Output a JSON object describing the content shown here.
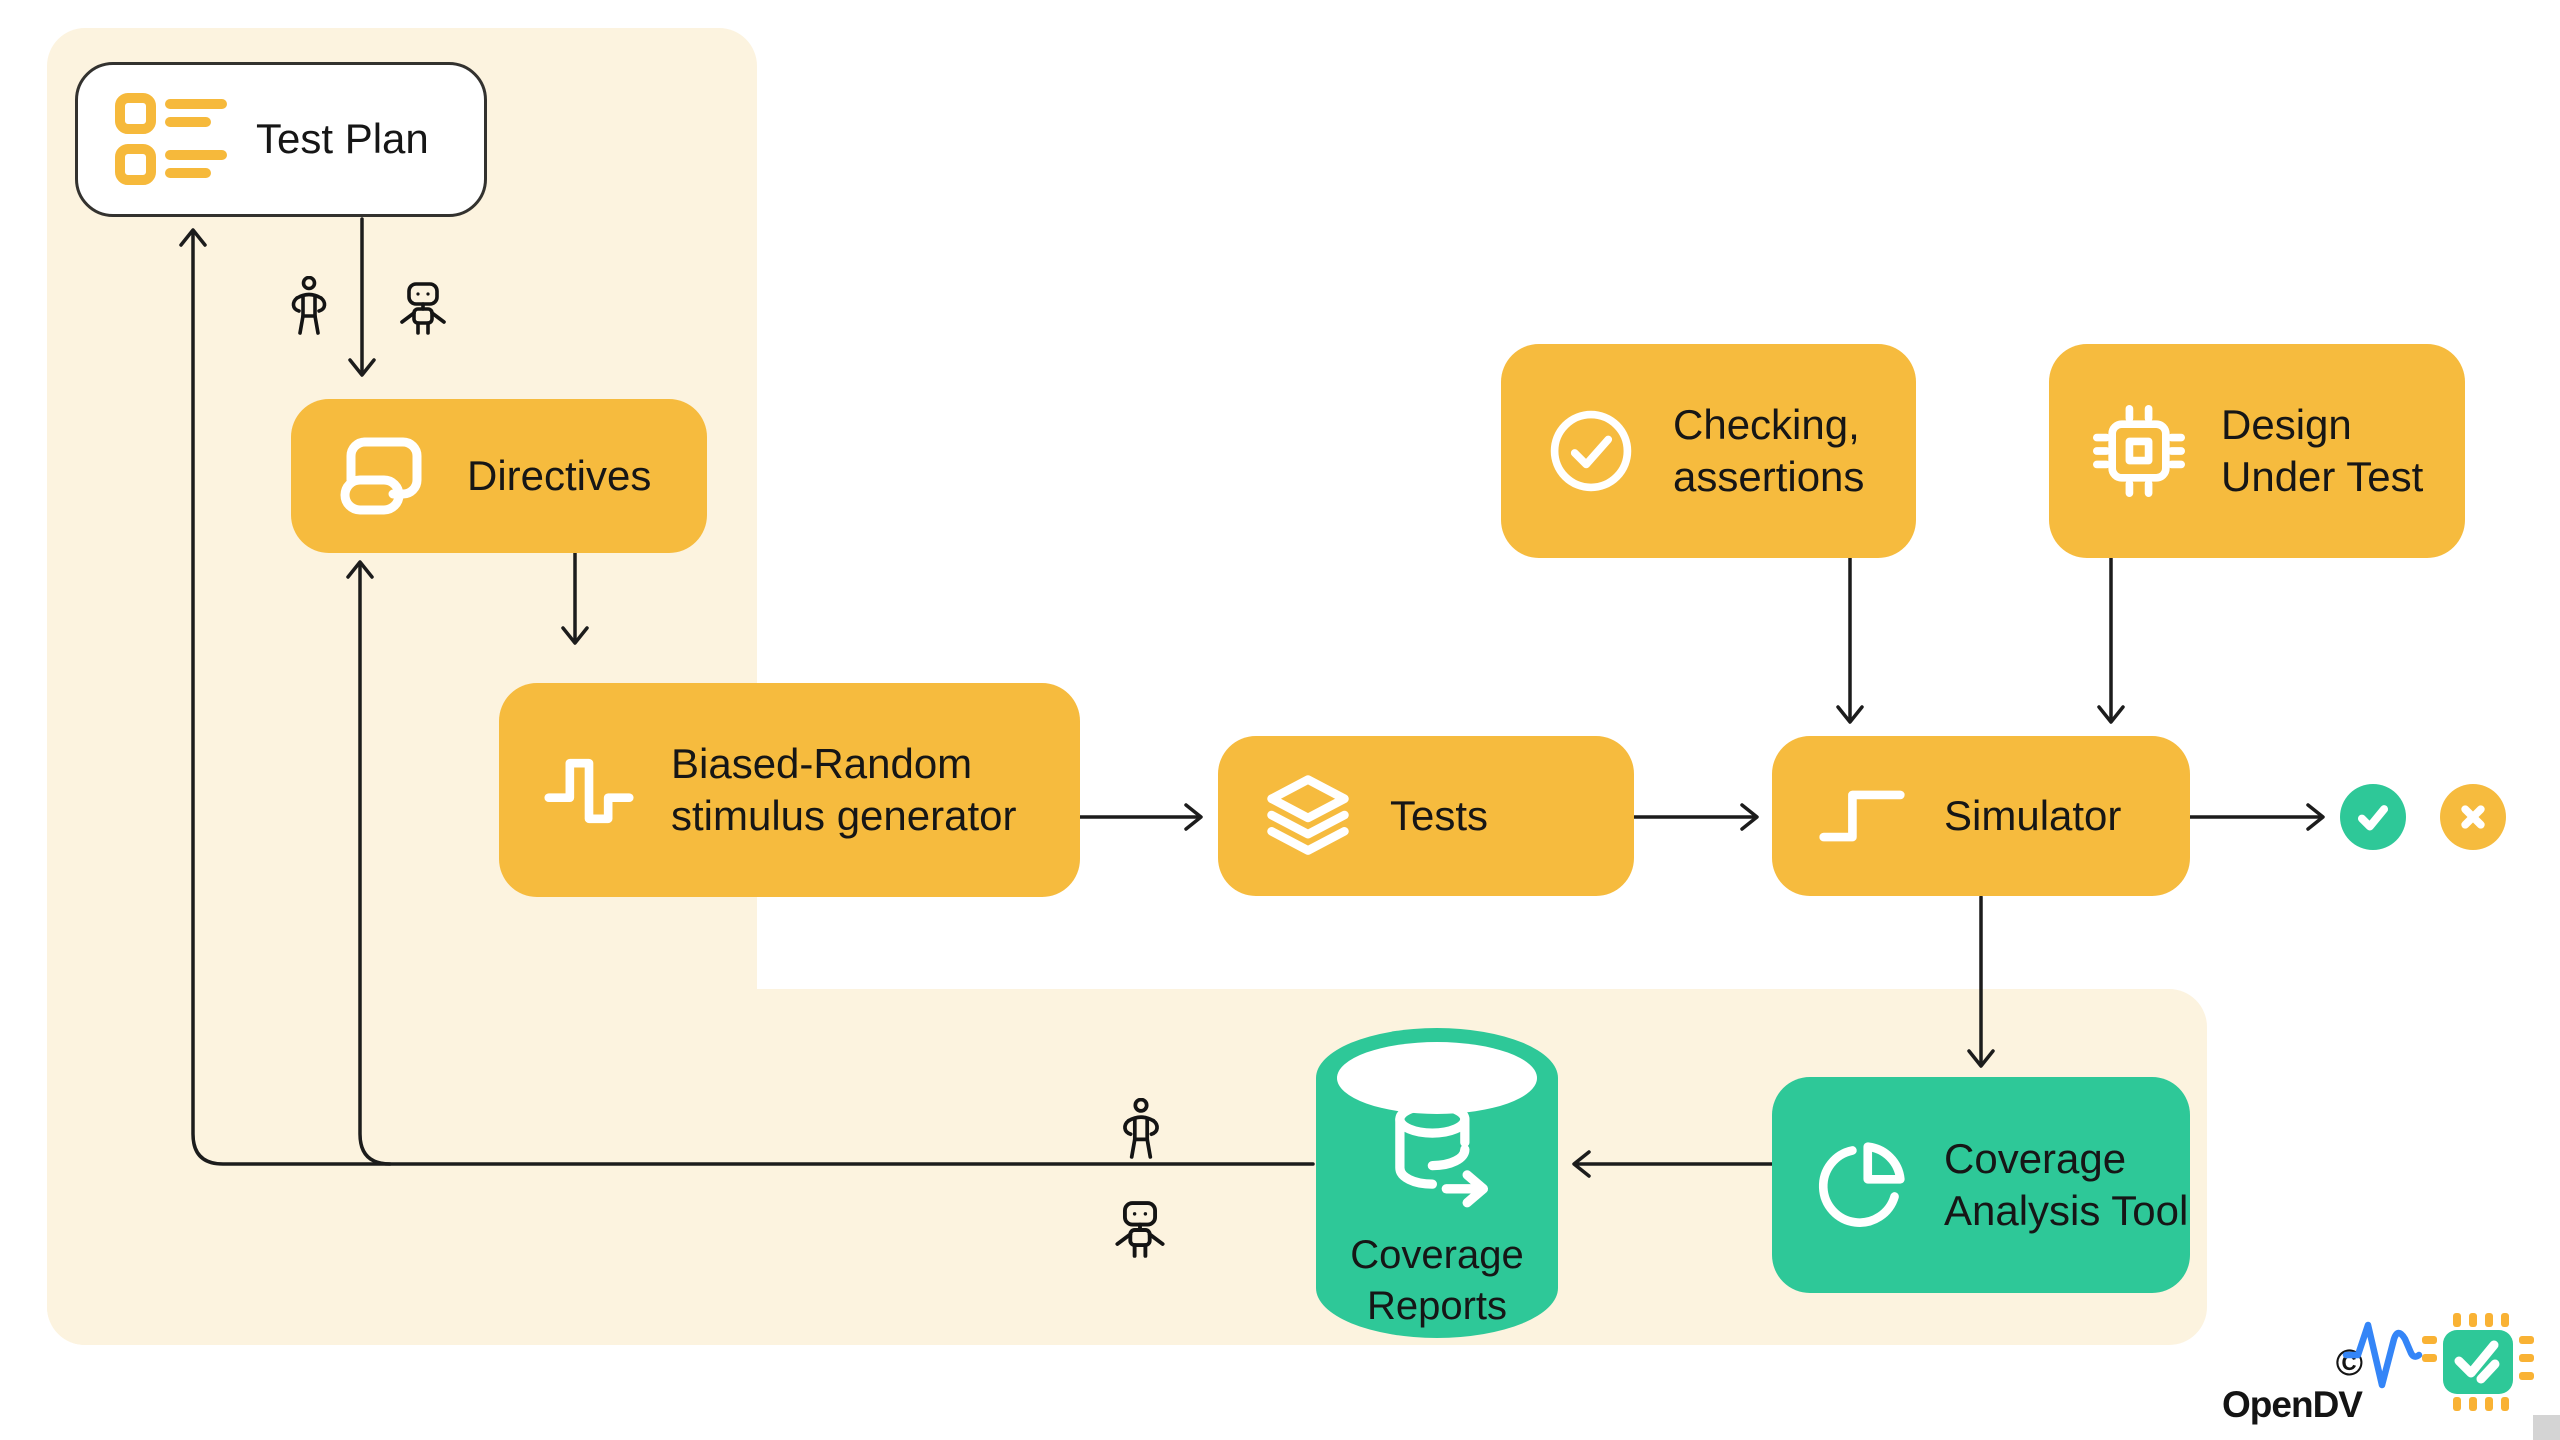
{
  "palette": {
    "accent_yellow": "#F6BB3E",
    "accent_green": "#2EC898",
    "panel_cream": "#FCF3DF",
    "ink": "#1C1C1C",
    "node_text": "#161616",
    "logo_blue": "#3485F7",
    "pin_yellow": "#F9B234",
    "scrollbar_gray": "#D4D4D4",
    "box_white": "#FFFFFF"
  },
  "nodes": {
    "test_plan": {
      "label": "Test Plan",
      "icon": "checklist-icon"
    },
    "directives": {
      "label": "Directives",
      "icon": "scroll-icon"
    },
    "stimulus_generator": {
      "line1": "Biased-Random",
      "line2": "stimulus generator",
      "icon": "square-wave-icon"
    },
    "tests": {
      "label": "Tests",
      "icon": "layers-icon"
    },
    "checking_assertions": {
      "line1": "Checking,",
      "line2": "assertions",
      "icon": "check-circle-icon"
    },
    "design_under_test": {
      "line1": "Design",
      "line2": "Under Test",
      "icon": "chip-icon"
    },
    "simulator": {
      "label": "Simulator",
      "icon": "step-signal-icon"
    },
    "coverage_analysis_tool": {
      "line1": "Coverage",
      "line2": "Analysis Tool",
      "icon": "pie-chart-icon"
    },
    "coverage_reports": {
      "line1": "Coverage",
      "line2": "Reports",
      "icon": "database-export-icon"
    }
  },
  "outcome_badges": {
    "pass_icon": "check-icon",
    "fail_icon": "x-icon"
  },
  "actor_icons": {
    "top_pair": [
      "human-icon",
      "robot-icon"
    ],
    "feedback_pair": [
      "human-icon",
      "robot-icon"
    ]
  },
  "edges": [
    {
      "from": "test_plan",
      "to": "directives"
    },
    {
      "from": "directives",
      "to": "stimulus_generator"
    },
    {
      "from": "stimulus_generator",
      "to": "tests"
    },
    {
      "from": "tests",
      "to": "simulator"
    },
    {
      "from": "checking_assertions",
      "to": "simulator"
    },
    {
      "from": "design_under_test",
      "to": "simulator"
    },
    {
      "from": "simulator",
      "to": "pass_fail_badges"
    },
    {
      "from": "simulator",
      "to": "coverage_analysis_tool"
    },
    {
      "from": "coverage_analysis_tool",
      "to": "coverage_reports"
    },
    {
      "from": "coverage_reports",
      "to": "directives"
    },
    {
      "from": "coverage_reports",
      "to": "test_plan"
    }
  ],
  "footer": {
    "copyright": "© OpenDV",
    "logo": "opendv-chip-logo"
  }
}
